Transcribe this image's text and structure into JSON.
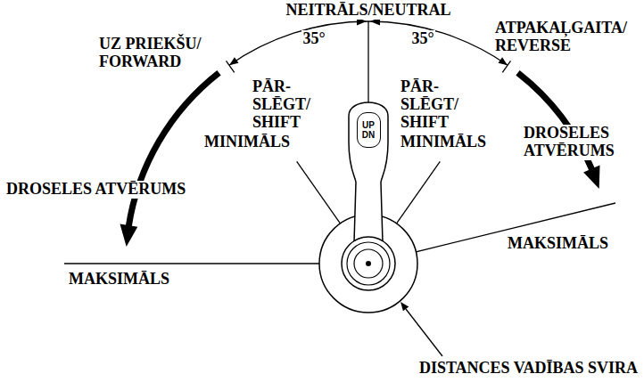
{
  "diagram": {
    "nodes": [
      {
        "text": [
          "UP DN"
        ]
      }
    ],
    "labels": [
      "NEITRĀLS/NEUTRAL",
      "35°",
      "35°",
      "UZ PRIEKŠU/ FORWARD",
      "ATPAKAĻGAITA/ REVERSE",
      "PĀR- SLĒGT/ SHIFT",
      "MINIMĀLS",
      "PĀR- SLĒGT/ SHIFT",
      "MINIMĀLS",
      "DROSELES ATVĒRUMS",
      "DROSELES ATVĒRUMS",
      "MAKSIMĀLS",
      "MAKSIMĀLS",
      "DISTANCES VADĪBAS SVIRA"
    ]
  }
}
